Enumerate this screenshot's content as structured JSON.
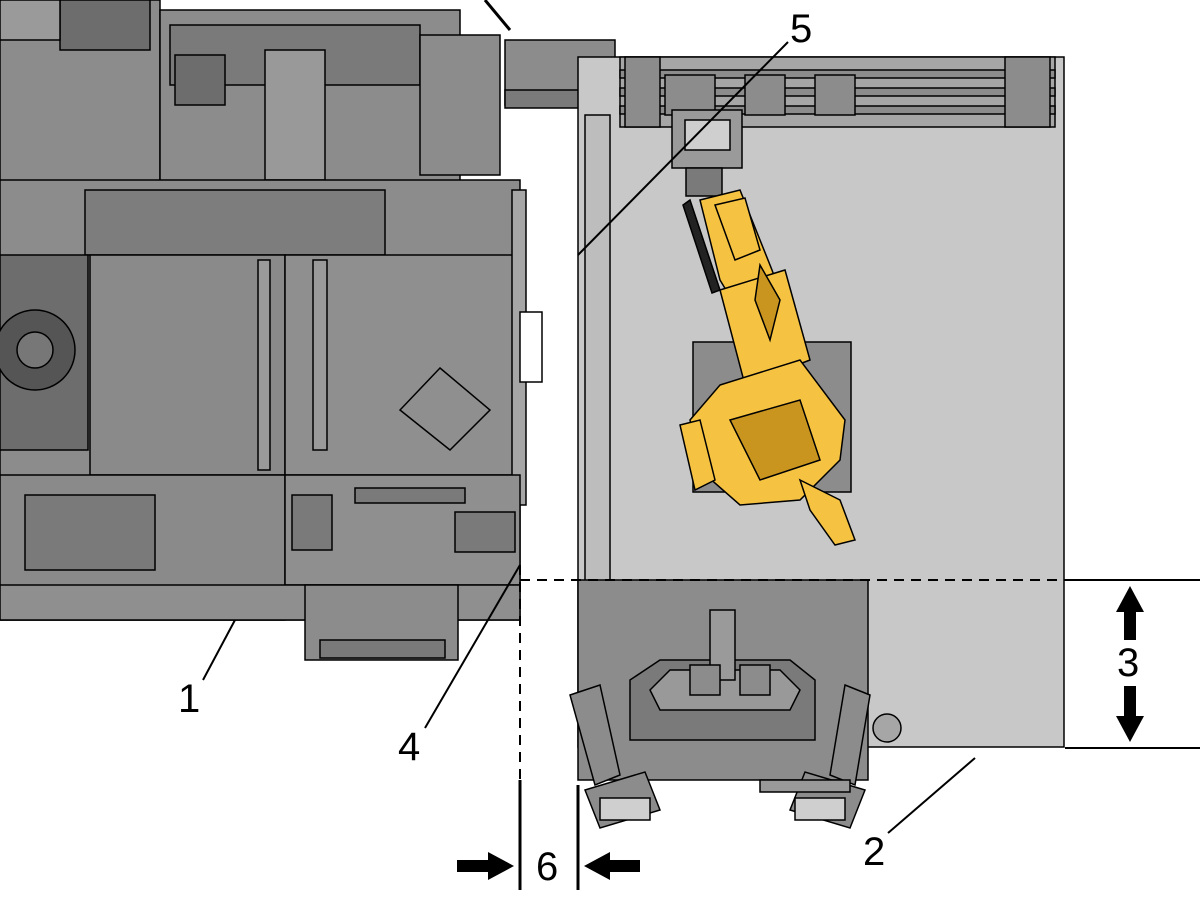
{
  "callouts": {
    "c1": "1",
    "c2": "2",
    "c3": "3",
    "c4": "4",
    "c5": "5",
    "c6": "6"
  },
  "colors": {
    "machine_fill": "#8c8c8c",
    "machine_dark": "#6d6d6d",
    "machine_light": "#a6a6a6",
    "panel_fill": "#c8c8c8",
    "robot_yellow": "#f5c242",
    "robot_shadow": "#c9951f",
    "line": "#000000"
  }
}
